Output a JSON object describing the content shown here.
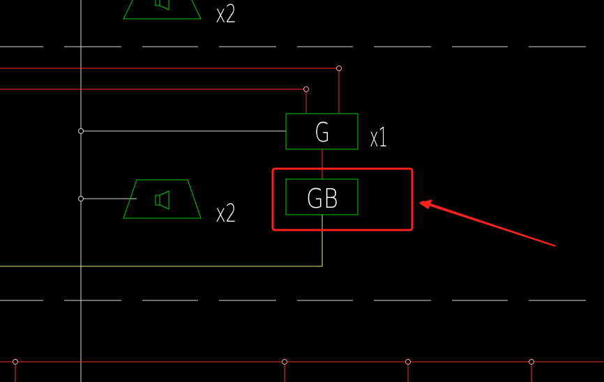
{
  "diagram": {
    "colors": {
      "background": "#000000",
      "white_line": "#d9d9d9",
      "red_line": "#ff2a2a",
      "green_block": "#00d200",
      "yellow_line": "#e6e68a",
      "highlight": "#ff2020"
    },
    "blocks": {
      "g_label": "G",
      "g_count": "x1",
      "gb_label": "GB",
      "speaker_top_count": "x2",
      "speaker_mid_count": "x2"
    },
    "icons": {
      "speaker": "speaker-icon",
      "arrow": "arrow-icon"
    }
  }
}
